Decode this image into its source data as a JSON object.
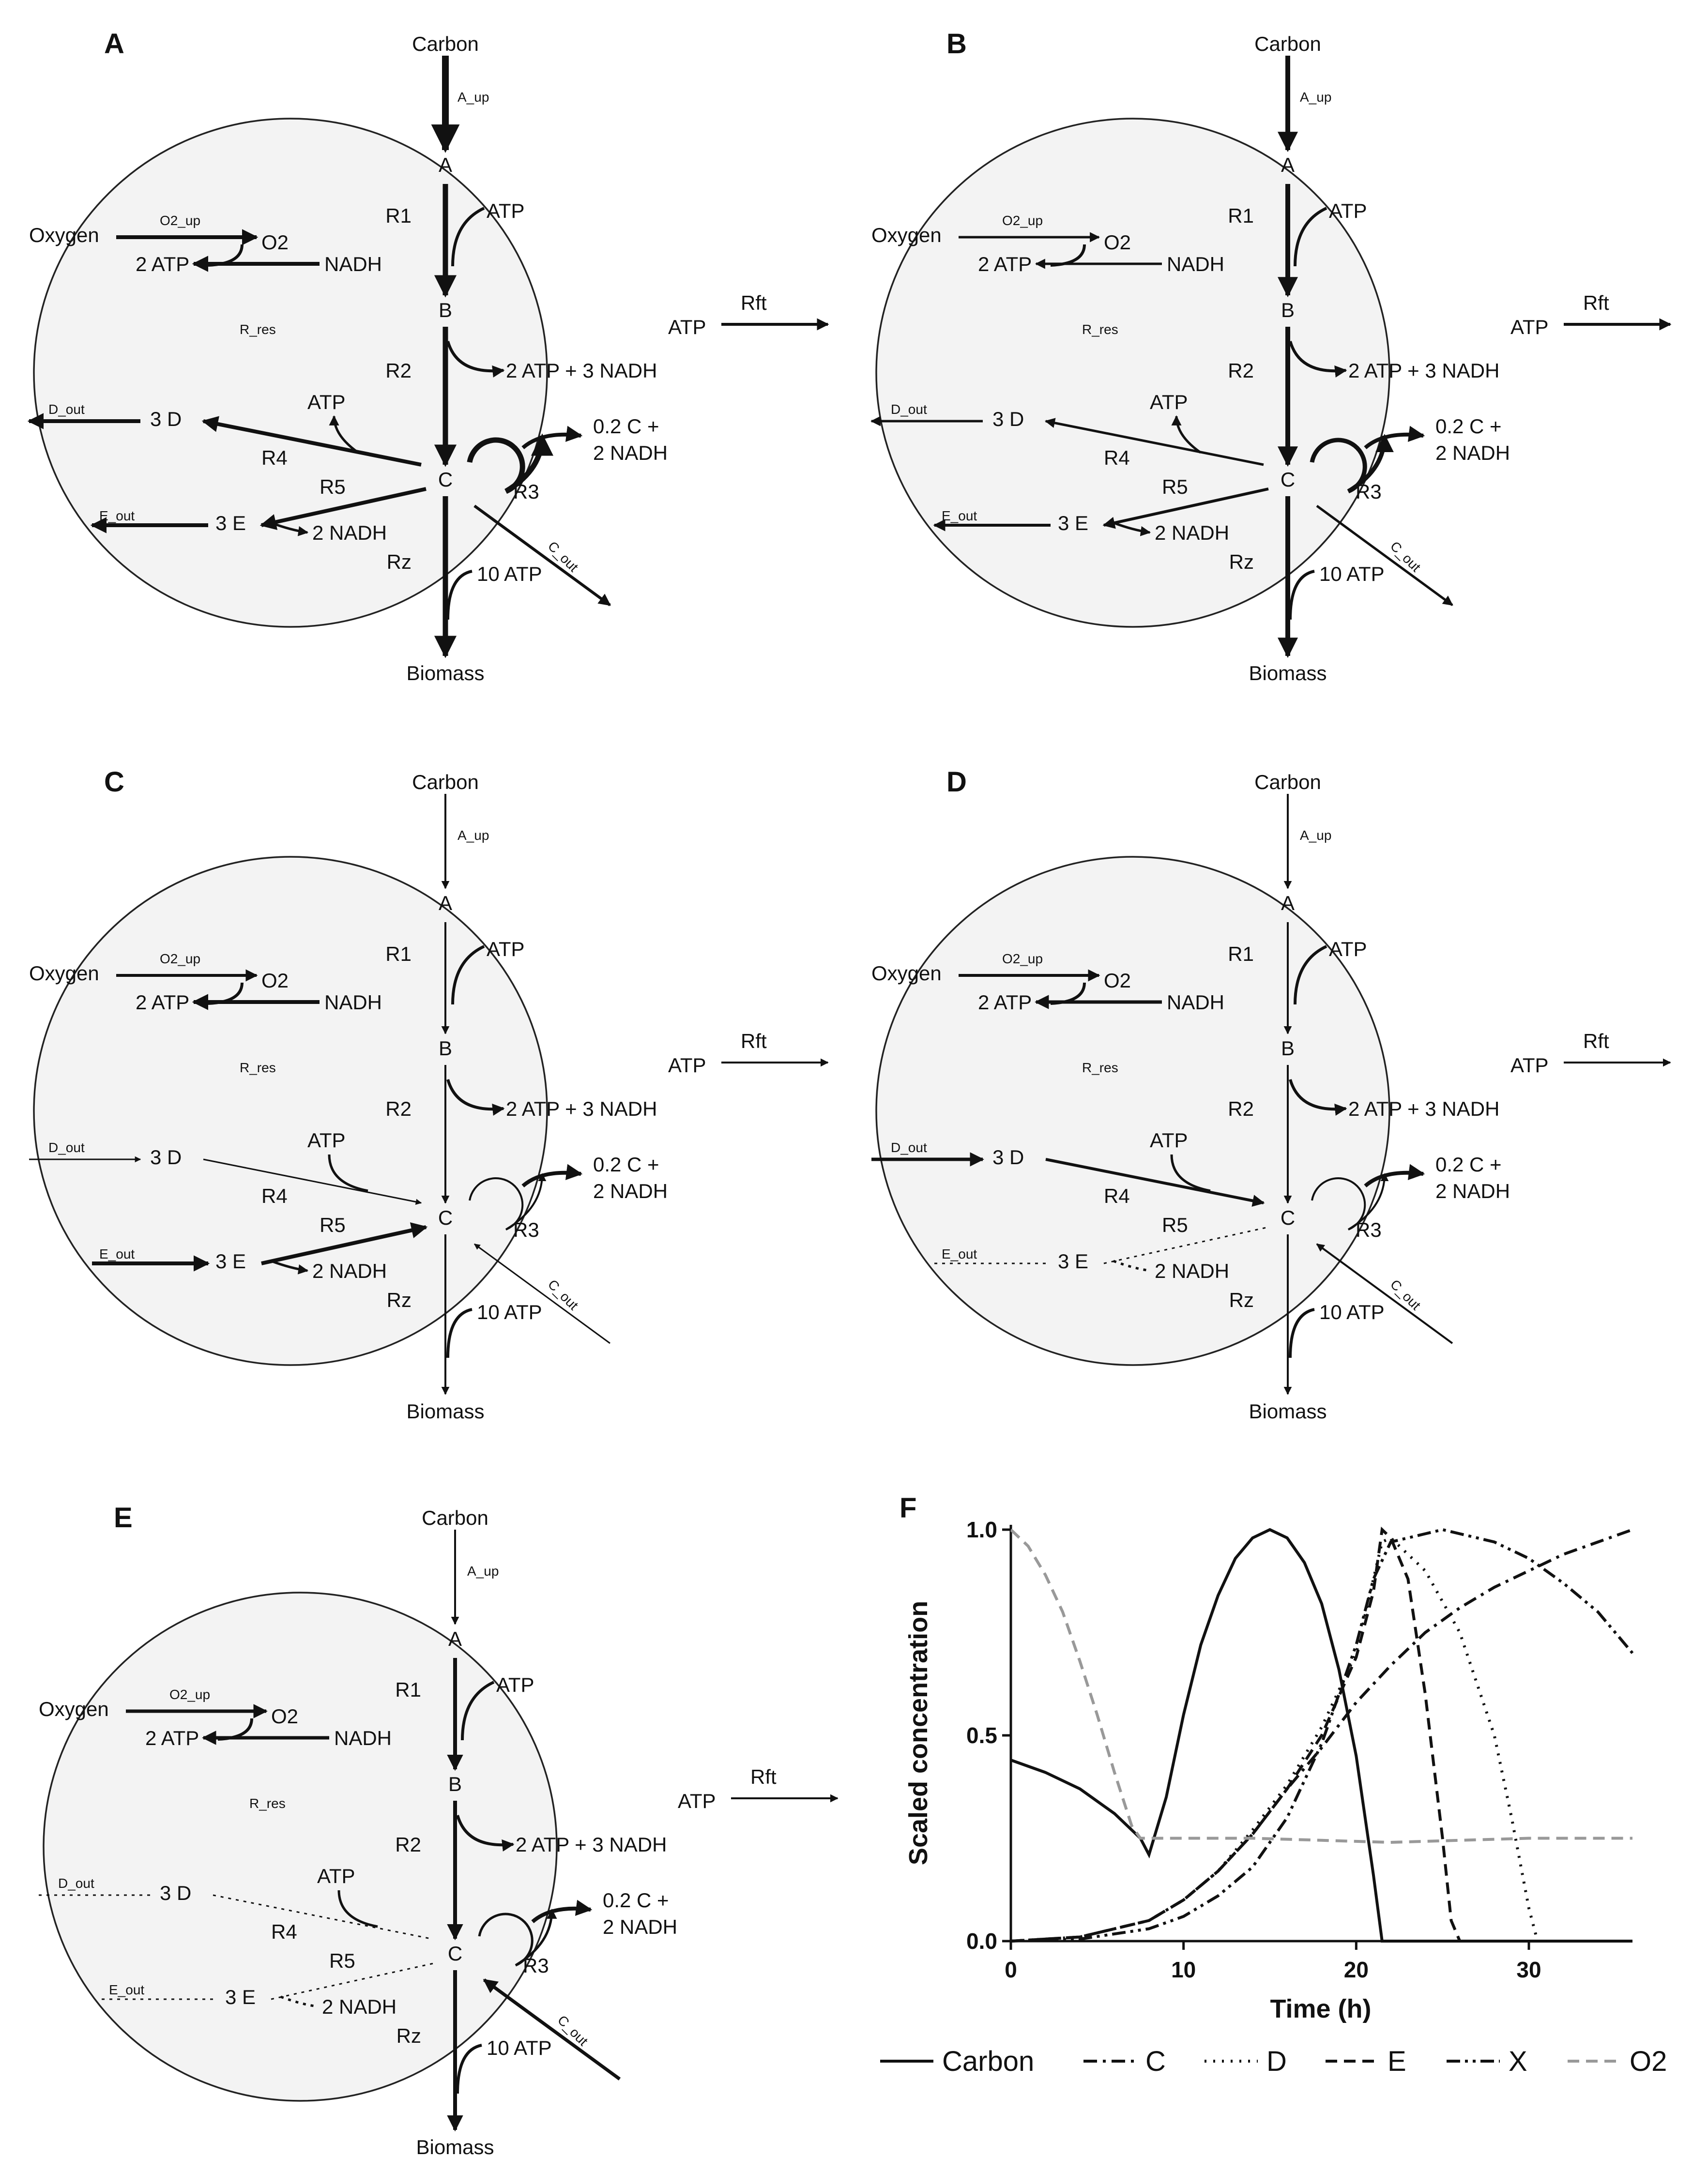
{
  "panels": [
    {
      "letter": "A",
      "carbon": "Carbon",
      "biomass": "Biomass",
      "oxygen": "Oxygen",
      "a_up": "A_up",
      "o2_up": "O2_up",
      "a": "A",
      "b": "B",
      "c": "C",
      "r1": "R1",
      "r2": "R2",
      "r3": "R3",
      "r4": "R4",
      "r5": "R5",
      "rz": "Rz",
      "rres": "R_res",
      "rft": "Rft",
      "atp1": "ATP",
      "o2": "O2",
      "two_atp": "2 ATP",
      "nadh": "NADH",
      "atp_ft": "ATP",
      "atp_nadh": "2 ATP + 3 NADH",
      "d_out": "D_out",
      "three_d": "3 D",
      "atp4": "ATP",
      "c_nadh_1": "0.2 C +",
      "c_nadh_2": "2 NADH",
      "e_out": "E_out",
      "three_e": "3 E",
      "two_nadh": "2 NADH",
      "c_out": "C_out",
      "ten_atp": "10 ATP"
    },
    {
      "letter": "B",
      "carbon": "Carbon",
      "biomass": "Biomass",
      "oxygen": "Oxygen",
      "a_up": "A_up",
      "o2_up": "O2_up",
      "a": "A",
      "b": "B",
      "c": "C",
      "r1": "R1",
      "r2": "R2",
      "r3": "R3",
      "r4": "R4",
      "r5": "R5",
      "rz": "Rz",
      "rres": "R_res",
      "rft": "Rft",
      "atp1": "ATP",
      "o2": "O2",
      "two_atp": "2 ATP",
      "nadh": "NADH",
      "atp_ft": "ATP",
      "atp_nadh": "2 ATP + 3 NADH",
      "d_out": "D_out",
      "three_d": "3 D",
      "atp4": "ATP",
      "c_nadh_1": "0.2 C +",
      "c_nadh_2": "2 NADH",
      "e_out": "E_out",
      "three_e": "3 E",
      "two_nadh": "2 NADH",
      "c_out": "C_out",
      "ten_atp": "10 ATP"
    },
    {
      "letter": "C",
      "carbon": "Carbon",
      "biomass": "Biomass",
      "oxygen": "Oxygen",
      "a_up": "A_up",
      "o2_up": "O2_up",
      "a": "A",
      "b": "B",
      "c": "C",
      "r1": "R1",
      "r2": "R2",
      "r3": "R3",
      "r4": "R4",
      "r5": "R5",
      "rz": "Rz",
      "rres": "R_res",
      "rft": "Rft",
      "atp1": "ATP",
      "o2": "O2",
      "two_atp": "2 ATP",
      "nadh": "NADH",
      "atp_ft": "ATP",
      "atp_nadh": "2 ATP + 3 NADH",
      "d_out": "D_out",
      "three_d": "3 D",
      "atp4": "ATP",
      "c_nadh_1": "0.2 C +",
      "c_nadh_2": "2 NADH",
      "e_out": "E_out",
      "three_e": "3 E",
      "two_nadh": "2 NADH",
      "c_out": "C_out",
      "ten_atp": "10 ATP"
    },
    {
      "letter": "D",
      "carbon": "Carbon",
      "biomass": "Biomass",
      "oxygen": "Oxygen",
      "a_up": "A_up",
      "o2_up": "O2_up",
      "a": "A",
      "b": "B",
      "c": "C",
      "r1": "R1",
      "r2": "R2",
      "r3": "R3",
      "r4": "R4",
      "r5": "R5",
      "rz": "Rz",
      "rres": "R_res",
      "rft": "Rft",
      "atp1": "ATP",
      "o2": "O2",
      "two_atp": "2 ATP",
      "nadh": "NADH",
      "atp_ft": "ATP",
      "atp_nadh": "2 ATP + 3 NADH",
      "d_out": "D_out",
      "three_d": "3 D",
      "atp4": "ATP",
      "c_nadh_1": "0.2 C +",
      "c_nadh_2": "2 NADH",
      "e_out": "E_out",
      "three_e": "3 E",
      "two_nadh": "2 NADH",
      "c_out": "C_out",
      "ten_atp": "10 ATP"
    },
    {
      "letter": "E",
      "carbon": "Carbon",
      "biomass": "Biomass",
      "oxygen": "Oxygen",
      "a_up": "A_up",
      "o2_up": "O2_up",
      "a": "A",
      "b": "B",
      "c": "C",
      "r1": "R1",
      "r2": "R2",
      "r3": "R3",
      "r4": "R4",
      "r5": "R5",
      "rz": "Rz",
      "rres": "R_res",
      "rft": "Rft",
      "atp1": "ATP",
      "o2": "O2",
      "two_atp": "2 ATP",
      "nadh": "NADH",
      "atp_ft": "ATP",
      "atp_nadh": "2 ATP + 3 NADH",
      "d_out": "D_out",
      "three_d": "3 D",
      "atp4": "ATP",
      "c_nadh_1": "0.2 C +",
      "c_nadh_2": "2 NADH",
      "e_out": "E_out",
      "three_e": "3 E",
      "two_nadh": "2 NADH",
      "c_out": "C_out",
      "ten_atp": "10 ATP"
    }
  ],
  "chart_data": {
    "panel_letter": "F",
    "type": "line",
    "xlabel": "Time (h)",
    "ylabel": "Scaled concentration",
    "xlim": [
      0,
      36
    ],
    "ylim": [
      0,
      1.0
    ],
    "xticks": [
      "0",
      "10",
      "20",
      "30"
    ],
    "yticks": [
      "0.0",
      "0.5",
      "1.0"
    ],
    "series": [
      {
        "name": "Carbon",
        "style": "solid",
        "color": "#111111",
        "x": [
          0,
          2,
          4,
          6,
          7.5,
          8,
          9,
          10,
          11,
          12,
          13,
          14,
          15,
          16,
          17,
          18,
          19,
          20,
          21,
          21.5,
          22,
          25,
          30,
          36
        ],
        "y": [
          0.44,
          0.41,
          0.37,
          0.31,
          0.25,
          0.21,
          0.35,
          0.55,
          0.72,
          0.84,
          0.93,
          0.98,
          1.0,
          0.98,
          0.92,
          0.82,
          0.66,
          0.45,
          0.16,
          0,
          0,
          0,
          0,
          0
        ]
      },
      {
        "name": "C",
        "style": "dashdot",
        "color": "#111111",
        "x": [
          0,
          4,
          8,
          10,
          12,
          14,
          16,
          18,
          20,
          22,
          24,
          26,
          28,
          30,
          32,
          34,
          36
        ],
        "y": [
          0,
          0.01,
          0.05,
          0.1,
          0.17,
          0.26,
          0.37,
          0.47,
          0.58,
          0.67,
          0.75,
          0.81,
          0.86,
          0.9,
          0.94,
          0.97,
          1.0
        ]
      },
      {
        "name": "D",
        "style": "dotted",
        "color": "#111111",
        "x": [
          0,
          4,
          8,
          10,
          12,
          14,
          16,
          18,
          20,
          21.5,
          22,
          24,
          26,
          28,
          29,
          30,
          30.5,
          36
        ],
        "y": [
          0,
          0.01,
          0.05,
          0.1,
          0.17,
          0.27,
          0.38,
          0.52,
          0.7,
          0.97,
          0.98,
          0.9,
          0.75,
          0.5,
          0.3,
          0.08,
          0,
          0
        ]
      },
      {
        "name": "E",
        "style": "dashed",
        "color": "#111111",
        "x": [
          0,
          4,
          8,
          10,
          12,
          14,
          16,
          18,
          20,
          21,
          21.5,
          22,
          23,
          24,
          25,
          25.5,
          26,
          36
        ],
        "y": [
          0,
          0.01,
          0.05,
          0.1,
          0.17,
          0.26,
          0.37,
          0.5,
          0.69,
          0.85,
          1.0,
          0.98,
          0.88,
          0.6,
          0.25,
          0.05,
          0,
          0
        ]
      },
      {
        "name": "X",
        "style": "dashdotdot",
        "color": "#111111",
        "x": [
          0,
          4,
          8,
          10,
          12,
          14,
          16,
          18,
          20,
          21,
          22,
          24,
          25,
          26,
          28,
          30,
          32,
          34,
          36
        ],
        "y": [
          0,
          0.005,
          0.03,
          0.06,
          0.11,
          0.18,
          0.3,
          0.48,
          0.72,
          0.88,
          0.97,
          0.99,
          1.0,
          0.99,
          0.97,
          0.93,
          0.87,
          0.8,
          0.7
        ]
      },
      {
        "name": "O2",
        "style": "dashed",
        "color": "#999999",
        "x": [
          0,
          1,
          2,
          3,
          4,
          5,
          6,
          7,
          7.5,
          8,
          10,
          14,
          18,
          22,
          26,
          30,
          36
        ],
        "y": [
          1.0,
          0.96,
          0.89,
          0.8,
          0.68,
          0.55,
          0.41,
          0.28,
          0.25,
          0.25,
          0.25,
          0.25,
          0.245,
          0.24,
          0.245,
          0.25,
          0.25
        ]
      }
    ],
    "legend_position": "bottom"
  }
}
